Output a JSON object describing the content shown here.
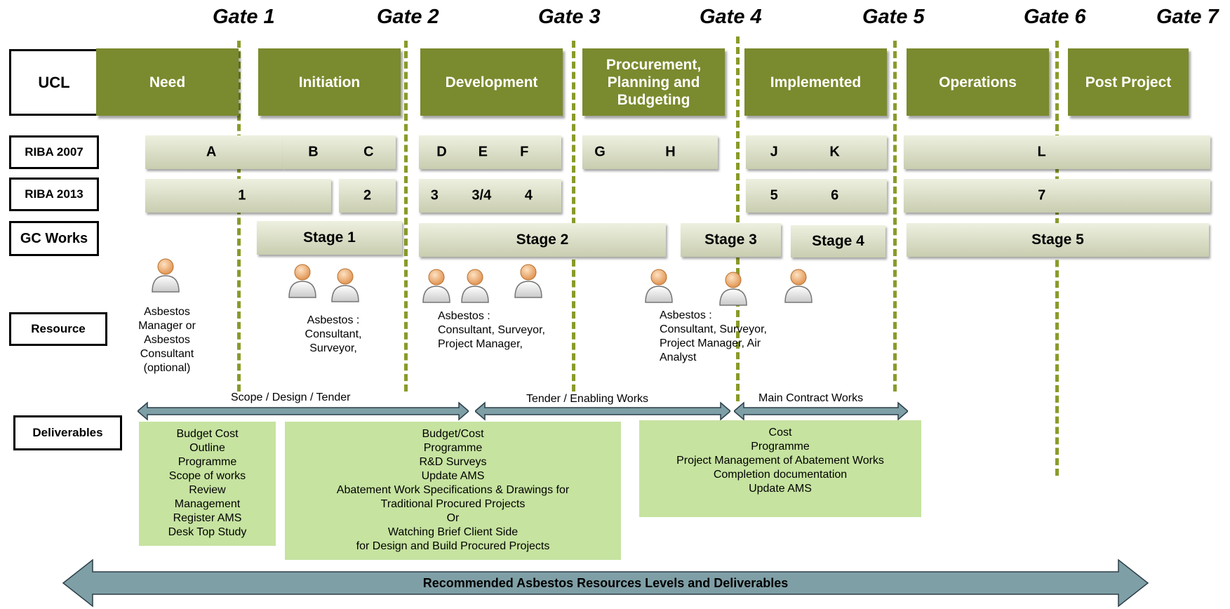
{
  "gates": [
    "Gate 1",
    "Gate 2",
    "Gate 3",
    "Gate 4",
    "Gate 5",
    "Gate 6",
    "Gate 7"
  ],
  "row_labels": {
    "ucl": "UCL",
    "riba2007": "RIBA 2007",
    "riba2013": "RIBA 2013",
    "gcworks": "GC Works",
    "resource": "Resource",
    "deliverables": "Deliverables"
  },
  "ucl_phases": [
    "Need",
    "Initiation",
    "Development",
    "Procurement, Planning and Budgeting",
    "Implemented",
    "Operations",
    "Post Project"
  ],
  "riba2007": [
    "A",
    "B",
    "C",
    "D",
    "E",
    "F",
    "G",
    "H",
    "J",
    "K",
    "L"
  ],
  "riba2013": [
    "1",
    "2",
    "3",
    "3/4",
    "4",
    "5",
    "6",
    "7"
  ],
  "gc_works": [
    "Stage 1",
    "Stage 2",
    "Stage 3",
    "Stage 4",
    "Stage 5"
  ],
  "resources": [
    "Asbestos Manager or Asbestos Consultant (optional)",
    "Asbestos : Consultant, Surveyor,",
    "Asbestos : Consultant, Surveyor, Project Manager,",
    "Asbestos : Consultant, Surveyor, Project Manager, Air Analyst"
  ],
  "arrows": {
    "scope": "Scope / Design / Tender",
    "tender": "Tender  / Enabling Works",
    "main": "Main Contract Works",
    "bottom": "Recommended Asbestos Resources Levels and Deliverables"
  },
  "deliverables": {
    "box1": [
      "Budget Cost",
      "Outline",
      "Programme",
      "Scope of works",
      "Review",
      "Management",
      "Register AMS",
      "Desk Top Study"
    ],
    "box2": [
      "Budget/Cost",
      "Programme",
      "R&D Surveys",
      "Update AMS",
      "Abatement Work Specifications & Drawings  for",
      "Traditional Procured Projects",
      "Or",
      "Watching Brief Client Side",
      "for Design and Build Procured Projects"
    ],
    "box3": [
      "Cost",
      "Programme",
      "Project Management of Abatement Works",
      "Completion documentation",
      "Update AMS"
    ]
  },
  "colors": {
    "phase_green": "#7a8a2e",
    "deliverable_green": "#c6e3a0",
    "arrow_blue": "#7f9fa6",
    "gate_line": "#8a9a2a"
  }
}
